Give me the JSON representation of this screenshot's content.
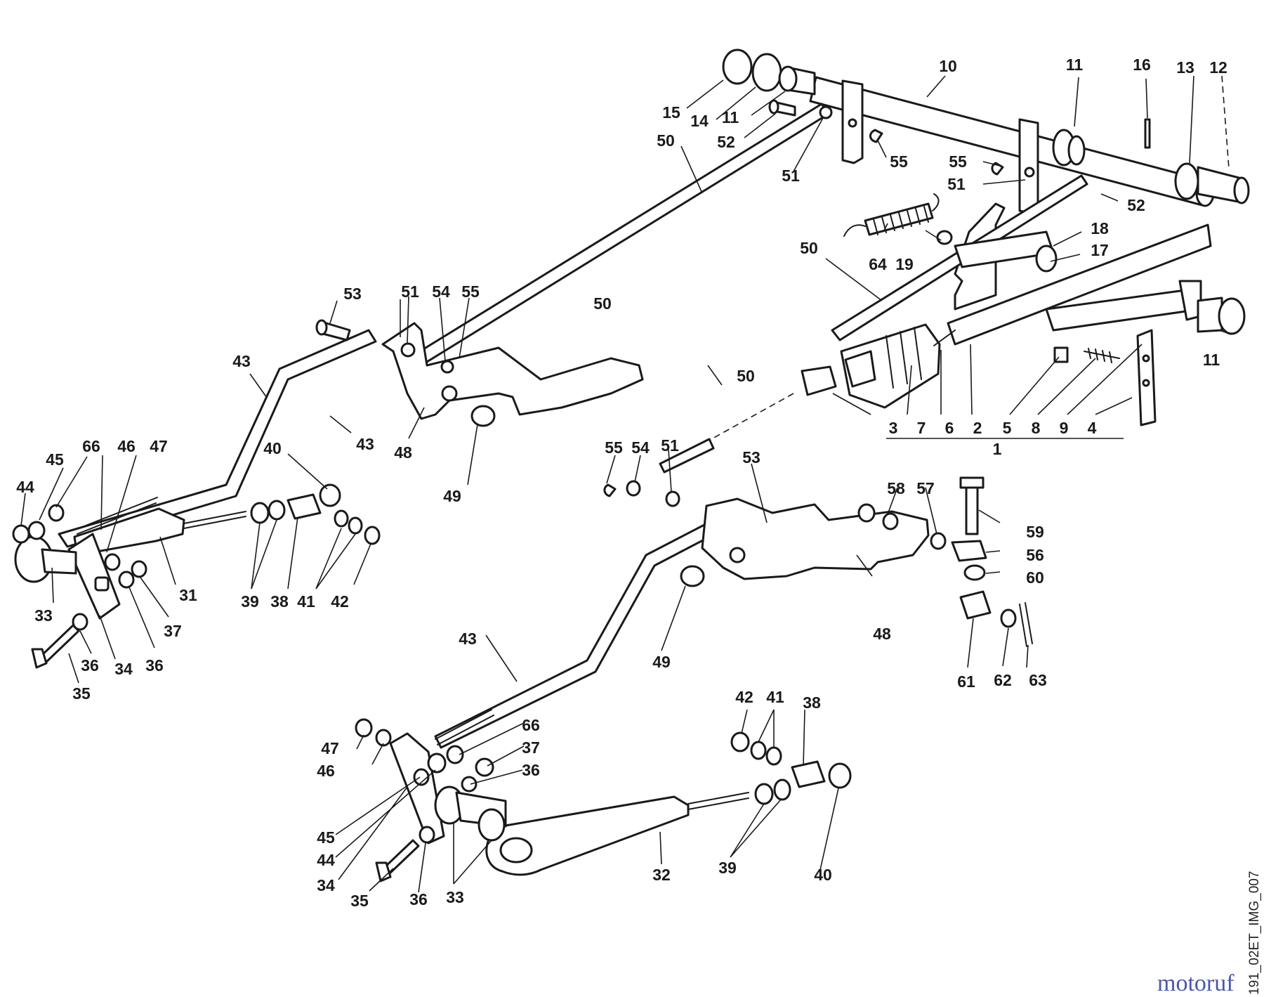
{
  "labels": {
    "l1": "1",
    "l2": "2",
    "l3": "3",
    "l4": "4",
    "l5": "5",
    "l6": "6",
    "l7": "7",
    "l8": "8",
    "l9": "9",
    "l10": "10",
    "l11": "11",
    "l12": "12",
    "l13": "13",
    "l14": "14",
    "l15": "15",
    "l16": "16",
    "l17": "17",
    "l18": "18",
    "l19": "19",
    "l31": "31",
    "l32": "32",
    "l33": "33",
    "l34": "34",
    "l35": "35",
    "l36": "36",
    "l37": "37",
    "l38": "38",
    "l39": "39",
    "l40": "40",
    "l41": "41",
    "l42": "42",
    "l43": "43",
    "l44": "44",
    "l45": "45",
    "l46": "46",
    "l47": "47",
    "l48": "48",
    "l49": "49",
    "l50": "50",
    "l51": "51",
    "l52": "52",
    "l53": "53",
    "l54": "54",
    "l55": "55",
    "l56": "56",
    "l57": "57",
    "l58": "58",
    "l59": "59",
    "l60": "60",
    "l61": "61",
    "l62": "62",
    "l63": "63",
    "l64": "64",
    "l66": "66"
  },
  "watermark": {
    "image_code": "191_02ET_IMG_007",
    "brand": "motoruf"
  },
  "colors": {
    "line": "#1a1a1a",
    "background": "#ffffff",
    "brand": "#4b56a8"
  }
}
